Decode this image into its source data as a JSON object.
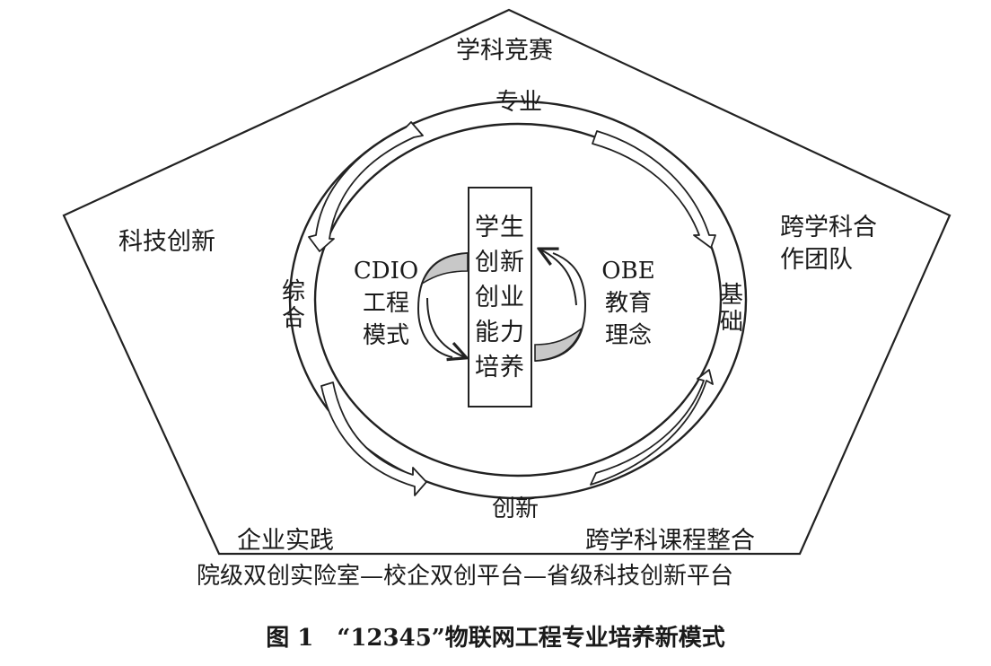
{
  "pentagon": {
    "top_label": "学科竞赛",
    "left_label": "科技创新",
    "right_label_lines": [
      "跨学科合",
      "作团队"
    ],
    "bottom_left_label": "企业实践",
    "bottom_right_label": "跨学科课程整合"
  },
  "platform_line": "院级双创实险室—校企双创平台—省级科技创新平台",
  "ring": {
    "top": "专业",
    "bottom": "创新",
    "left_chars": [
      "综",
      "合"
    ],
    "right_chars": [
      "基",
      "础"
    ]
  },
  "center_lines": [
    "学生",
    "创新",
    "创业",
    "能力",
    "培养"
  ],
  "left_cycle_lines": [
    "CDIO",
    "工程",
    "模式"
  ],
  "right_cycle_lines": [
    "OBE",
    "教育",
    "理念"
  ],
  "caption": "图 1　“12345”物联网工程专业培养新模式",
  "colors": {
    "line": "#222222",
    "arrow_fill": "#c8c8c8",
    "background": "#ffffff"
  }
}
